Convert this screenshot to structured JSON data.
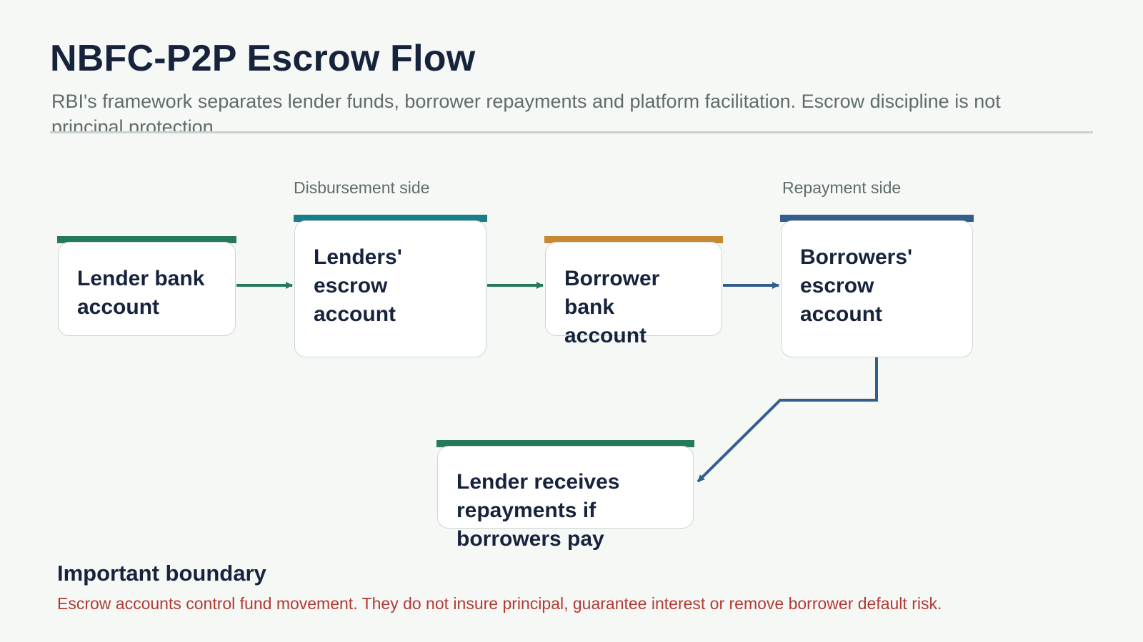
{
  "header": {
    "title": "NBFC-P2P Escrow Flow",
    "subtitle": "RBI's framework separates lender funds, borrower repayments and platform facilitation. Escrow discipline is not principal protection."
  },
  "sections": {
    "disbursement_label": "Disbursement side",
    "repayment_label": "Repayment side"
  },
  "nodes": {
    "lender_bank": {
      "label": "Lender bank\naccount",
      "color": "#267a59"
    },
    "lenders_escrow": {
      "label": "Lenders'\nescrow\naccount",
      "color": "#177f86"
    },
    "borrower_bank": {
      "label": "Borrower\nbank\naccount",
      "color": "#c88833"
    },
    "borrowers_escrow": {
      "label": "Borrowers'\nescrow\naccount",
      "color": "#335d8e"
    },
    "lender_receives": {
      "label": "Lender receives\nrepayments if\nborrowers pay",
      "color": "#267a59"
    }
  },
  "colors": {
    "green_arrow": "#267a59",
    "blue_arrow": "#335d8e",
    "warning": "#b23a32"
  },
  "footer": {
    "boundary_title": "Important boundary",
    "boundary_text": "Escrow accounts control fund movement. They do not insure principal, guarantee interest or remove borrower default risk."
  }
}
